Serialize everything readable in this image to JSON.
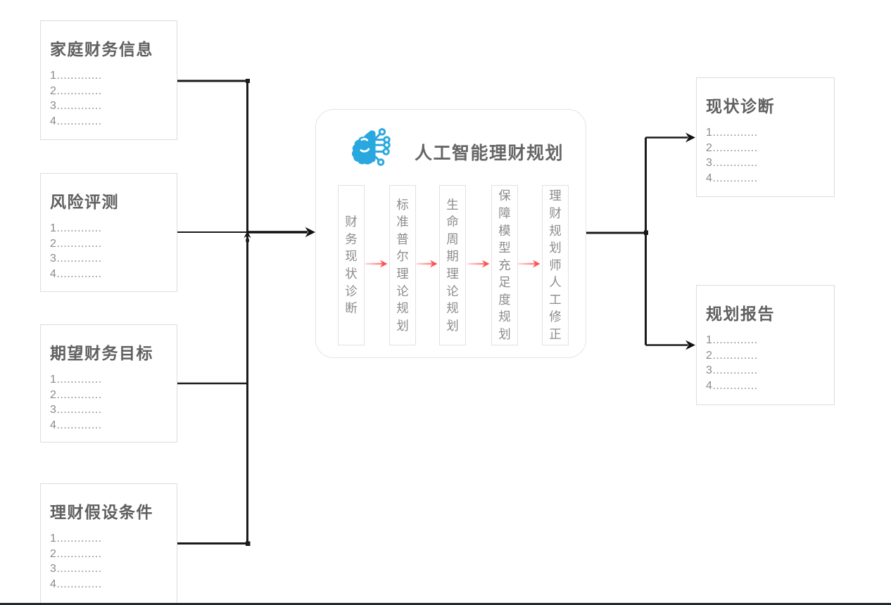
{
  "canvas": {
    "background": "#ffffff",
    "connector_color": "#1a1a1a",
    "stage_arrow_color": "#ff5c5c",
    "icon_color": "#29a8e0",
    "bottom_edge_color": "#1f282d"
  },
  "inputs": [
    {
      "title": "家庭财务信息",
      "items": [
        "1.............",
        "2.............",
        "3.............",
        "4............."
      ]
    },
    {
      "title": "风险评测",
      "items": [
        "1.............",
        "2.............",
        "3.............",
        "4............."
      ]
    },
    {
      "title": "期望财务目标",
      "items": [
        "1.............",
        "2.............",
        "3.............",
        "4............."
      ]
    },
    {
      "title": "理财假设条件",
      "items": [
        "1.............",
        "2.............",
        "3.............",
        "4............."
      ]
    }
  ],
  "center": {
    "title": "人工智能理财规划",
    "icon": "brain-circuit",
    "stages": [
      "财务现状诊断",
      "标准普尔理论规划",
      "生命周期理论规划",
      "保障模型充足度规划",
      "理财规划师人工修正"
    ]
  },
  "outputs": [
    {
      "title": "现状诊断",
      "items": [
        "1.............",
        "2.............",
        "3.............",
        "4............."
      ]
    },
    {
      "title": "规划报告",
      "items": [
        "1.............",
        "2.............",
        "3.............",
        "4............."
      ]
    }
  ]
}
